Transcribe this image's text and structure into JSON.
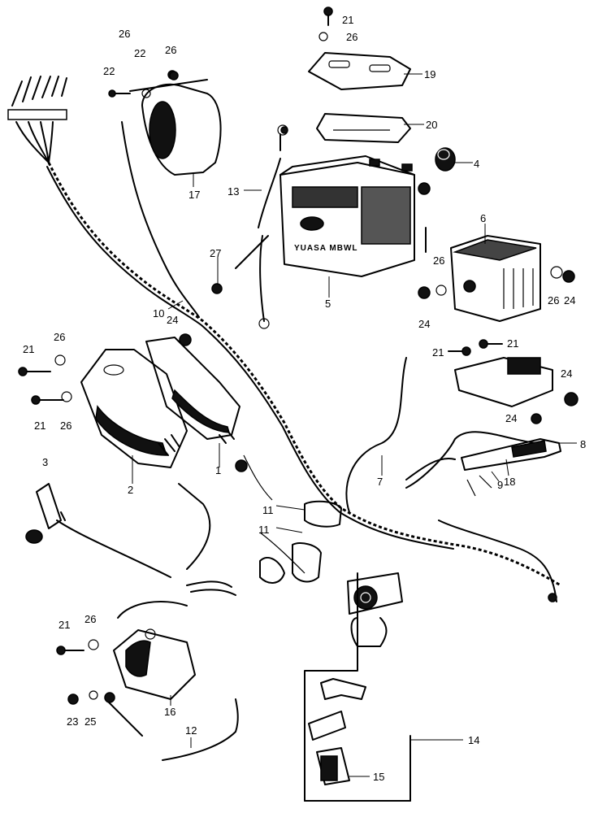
{
  "diagram": {
    "battery_text": "YUASA MBWL",
    "callouts": [
      {
        "id": "c1",
        "text": "1"
      },
      {
        "id": "c2",
        "text": "2"
      },
      {
        "id": "c3",
        "text": "3"
      },
      {
        "id": "c4",
        "text": "4"
      },
      {
        "id": "c5",
        "text": "5"
      },
      {
        "id": "c6",
        "text": "6"
      },
      {
        "id": "c7",
        "text": "7"
      },
      {
        "id": "c8",
        "text": "8"
      },
      {
        "id": "c9",
        "text": "9"
      },
      {
        "id": "c10",
        "text": "10"
      },
      {
        "id": "c11a",
        "text": "11"
      },
      {
        "id": "c11b",
        "text": "11"
      },
      {
        "id": "c12",
        "text": "12"
      },
      {
        "id": "c13",
        "text": "13"
      },
      {
        "id": "c14",
        "text": "14"
      },
      {
        "id": "c15",
        "text": "15"
      },
      {
        "id": "c16",
        "text": "16"
      },
      {
        "id": "c17",
        "text": "17"
      },
      {
        "id": "c18",
        "text": "18"
      },
      {
        "id": "c19",
        "text": "19"
      },
      {
        "id": "c20",
        "text": "20"
      },
      {
        "id": "c21a",
        "text": "21"
      },
      {
        "id": "c21b",
        "text": "21"
      },
      {
        "id": "c21c",
        "text": "21"
      },
      {
        "id": "c21d",
        "text": "21"
      },
      {
        "id": "c21e",
        "text": "21"
      },
      {
        "id": "c21f",
        "text": "21"
      },
      {
        "id": "c22a",
        "text": "22"
      },
      {
        "id": "c22b",
        "text": "22"
      },
      {
        "id": "c23",
        "text": "23"
      },
      {
        "id": "c24a",
        "text": "24"
      },
      {
        "id": "c24b",
        "text": "24"
      },
      {
        "id": "c24c",
        "text": "24"
      },
      {
        "id": "c24d",
        "text": "24"
      },
      {
        "id": "c24e",
        "text": "24"
      },
      {
        "id": "c25",
        "text": "25"
      },
      {
        "id": "c26a",
        "text": "26"
      },
      {
        "id": "c26b",
        "text": "26"
      },
      {
        "id": "c26c",
        "text": "26"
      },
      {
        "id": "c26d",
        "text": "26"
      },
      {
        "id": "c26e",
        "text": "26"
      },
      {
        "id": "c26f",
        "text": "26"
      },
      {
        "id": "c26g",
        "text": "26"
      },
      {
        "id": "c26h",
        "text": "26"
      },
      {
        "id": "c27",
        "text": "27"
      }
    ]
  }
}
